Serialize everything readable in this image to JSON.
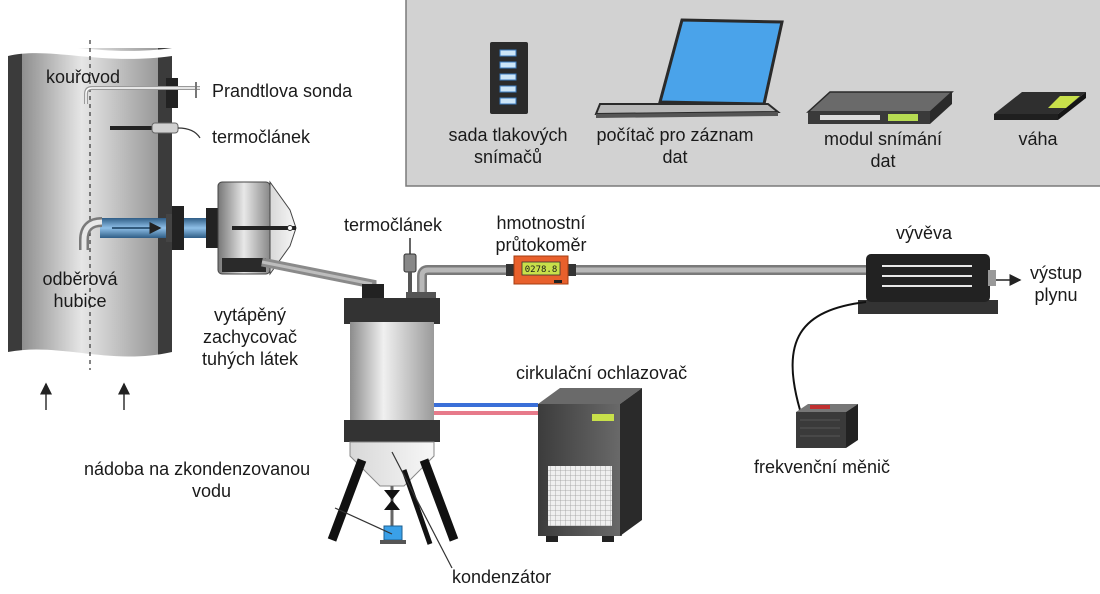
{
  "labels": {
    "chimney": "kouřovod",
    "pitot": "Prandtlova sonda",
    "thermocouple_stack": "termočlánek",
    "nozzle_line1": "odběrová",
    "nozzle_line2": "hubice",
    "filter_line1": "vytápěný",
    "filter_line2": "zachycovač",
    "filter_line3": "tuhých látek",
    "thermocouple_line": "termočlánek",
    "flowmeter_line1": "hmotnostní",
    "flowmeter_line2": "průtokoměr",
    "pump": "vývěva",
    "outlet_line1": "výstup",
    "outlet_line2": "plynu",
    "chiller": "cirkulační ochlazovač",
    "inverter": "frekvenční měnič",
    "water_vessel_line1": "nádoba na zkondenzovanou",
    "water_vessel_line2": "vodu",
    "condenser": "kondenzátor"
  },
  "legend": {
    "pressure_line1": "sada tlakových",
    "pressure_line2": "snímačů",
    "computer_line1": "počítač pro záznam",
    "computer_line2": "dat",
    "daq_line1": "modul snímání",
    "daq_line2": "dat",
    "scale": "váha"
  },
  "flowmeter_display": "0278.8",
  "colors": {
    "legend_bg": "#d2d2d2",
    "flowmeter": "#e8602c",
    "laptop_screen": "#4aa3ea",
    "cold_line": "#3a6fd8",
    "warm_line": "#e77a8a",
    "lcd": "#c8e04a"
  }
}
